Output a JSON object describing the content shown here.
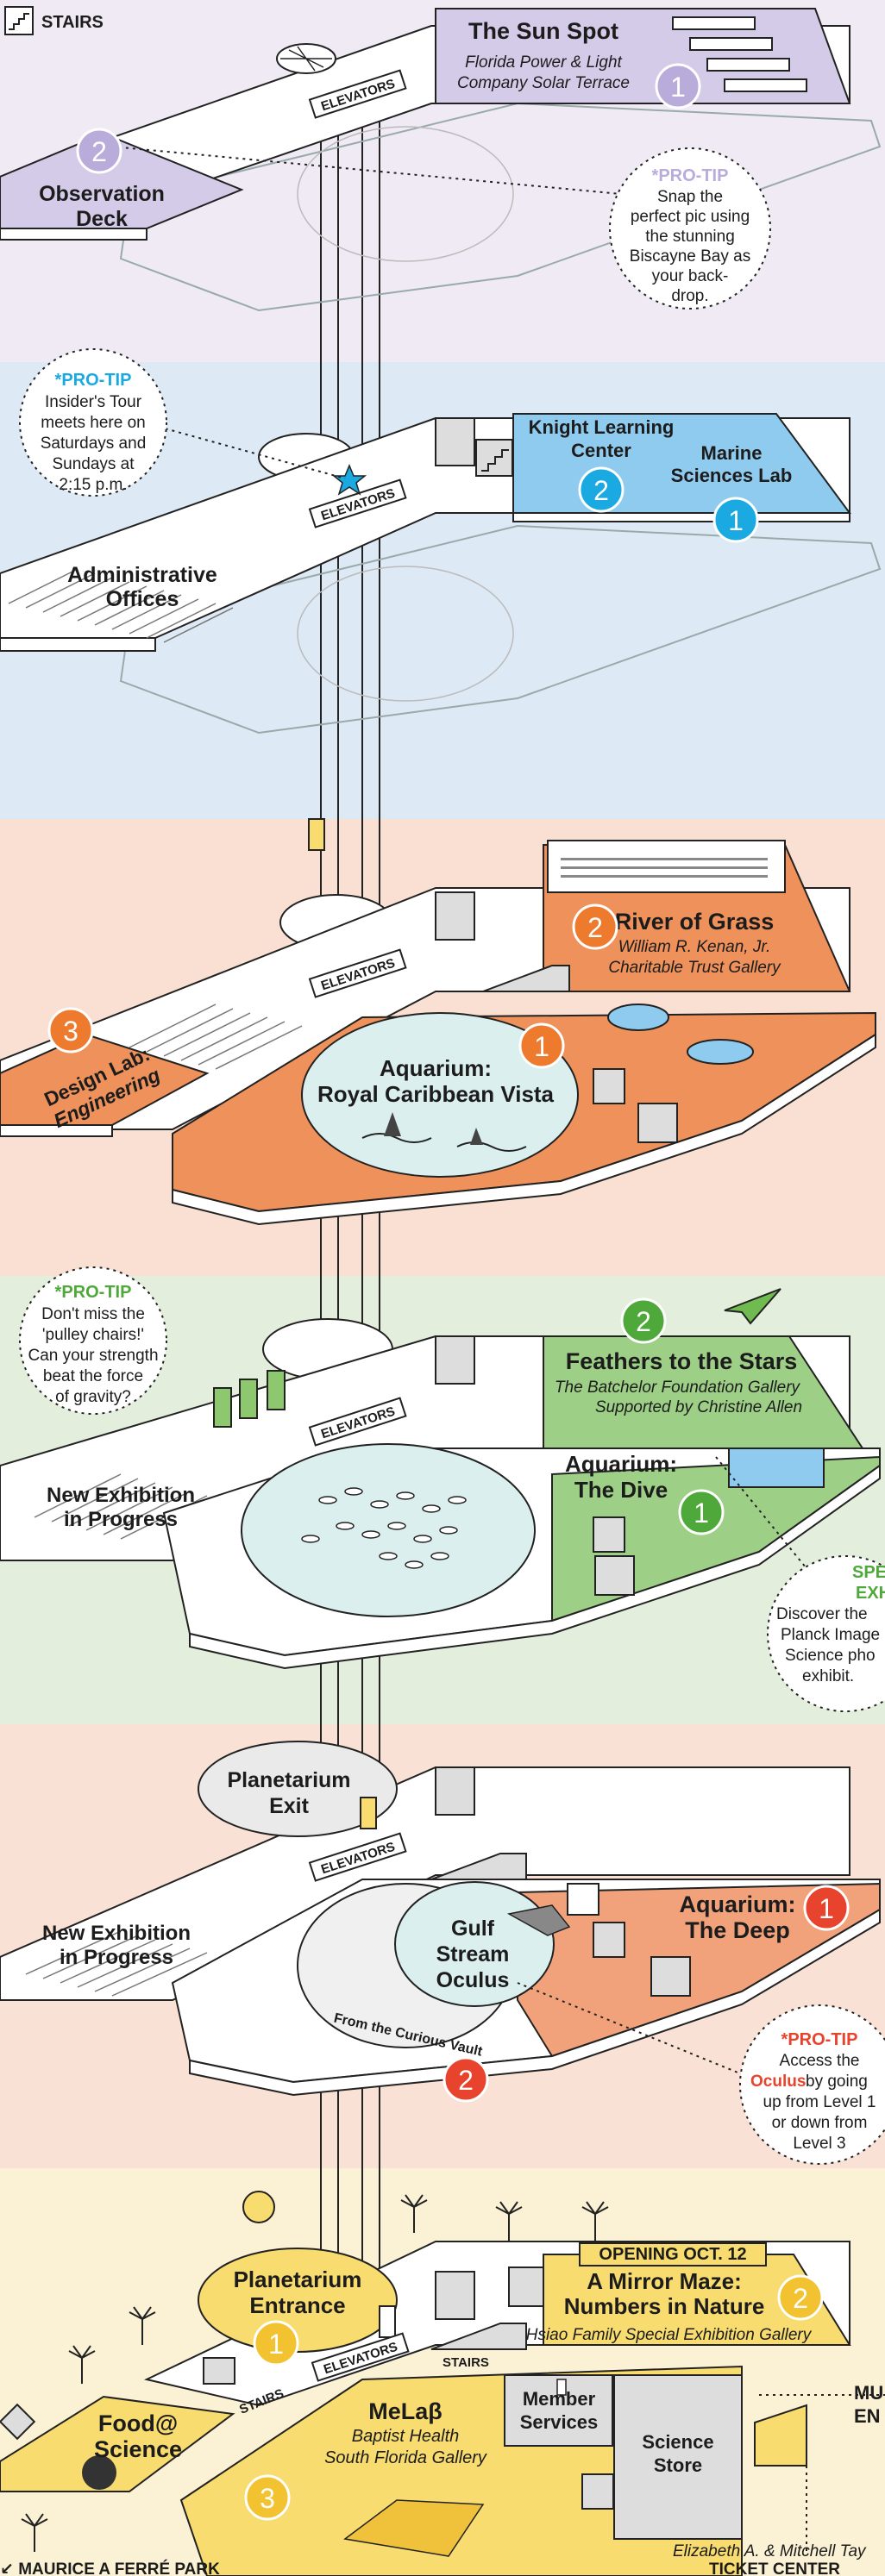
{
  "legend": {
    "stairs_label": "STAIRS"
  },
  "colors": {
    "level6_bg": "#efeaf3",
    "level5_bg": "#dde9f4",
    "level4_bg": "#f9e0d3",
    "level3_bg": "#e3efdc",
    "level2_bg": "#f9e2d5",
    "level1_bg": "#fbf1d4",
    "purple": "#d3cbe8",
    "blue": "#8fcbee",
    "orange": "#ee915a",
    "green": "#9dcf86",
    "salmon": "#f1a27b",
    "yellow": "#f8dc6f"
  },
  "level6": {
    "sun_spot": {
      "title": "The Sun Spot",
      "subtitle1": "Florida Power & Light",
      "subtitle2": "Company Solar Terrace",
      "number": "1"
    },
    "observation_deck": {
      "line1": "Observation",
      "line2": "Deck",
      "number": "2"
    },
    "elevators": "ELEVATORS",
    "protip": {
      "heading": "*PRO-TIP",
      "lines": [
        "Snap the",
        "perfect pic using",
        "the stunning",
        "Biscayne Bay as",
        "your back-",
        "drop."
      ]
    }
  },
  "level5": {
    "protip": {
      "heading": "*PRO-TIP",
      "lines": [
        "Insider's Tour",
        "meets here on",
        "Saturdays and",
        "Sundays at",
        "2:15 p.m."
      ]
    },
    "knight": {
      "line1": "Knight Learning",
      "line2": "Center",
      "number": "2"
    },
    "marine": {
      "line1": "Marine",
      "line2": "Sciences Lab",
      "number": "1"
    },
    "admin": {
      "line1": "Administrative",
      "line2": "Offices"
    },
    "elevators": "ELEVATORS"
  },
  "level4": {
    "river": {
      "title": "River of Grass",
      "subtitle1": "William R. Kenan, Jr.",
      "subtitle2": "Charitable Trust Gallery",
      "number": "2"
    },
    "design_lab": {
      "line1": "Design Lab:",
      "line2": "Engineering",
      "number": "3"
    },
    "aquarium": {
      "line1": "Aquarium:",
      "line2": "Royal Caribbean Vista",
      "number": "1"
    },
    "elevators": "ELEVATORS"
  },
  "level3": {
    "protip": {
      "heading": "*PRO-TIP",
      "lines": [
        "Don't miss the",
        "'pulley chairs!'",
        "Can your strength",
        "beat the force",
        "of gravity?"
      ]
    },
    "feathers": {
      "title": "Feathers to the Stars",
      "subtitle1": "The Batchelor Foundation Gallery",
      "subtitle2": "Supported by Christine Allen",
      "number": "2"
    },
    "aquarium": {
      "line1": "Aquarium:",
      "line2": "The Dive",
      "number": "1"
    },
    "new_exhibit": {
      "line1": "New Exhibition",
      "line2": "in Progress"
    },
    "special": {
      "heading1": "SPECIAL",
      "heading2": "EXHIBIT",
      "lines": [
        "Discover the",
        "Planck Image",
        "Science pho",
        "exhibit."
      ]
    },
    "elevators": "ELEVATORS"
  },
  "level2": {
    "planetarium_exit": {
      "line1": "Planetarium",
      "line2": "Exit"
    },
    "new_exhibit": {
      "line1": "New Exhibition",
      "line2": "in Progress"
    },
    "oculus": {
      "line1": "Gulf",
      "line2": "Stream",
      "line3": "Oculus"
    },
    "deep": {
      "line1": "Aquarium:",
      "line2": "The Deep",
      "number": "1"
    },
    "vault": {
      "label": "From the Curious Vault",
      "number": "2"
    },
    "protip": {
      "heading": "*PRO-TIP",
      "line1": "Access the",
      "highlight": "Oculus",
      "line2_rest": " by going",
      "lines": [
        "up from Level 1",
        "or down from",
        "Level 3"
      ]
    },
    "elevators": "ELEVATORS"
  },
  "level1": {
    "planetarium_entrance": {
      "line1": "Planetarium",
      "line2": "Entrance",
      "number": "1"
    },
    "opening": "OPENING OCT. 12",
    "mirror_maze": {
      "line1": "A Mirror Maze:",
      "line2": "Numbers in Nature",
      "subtitle": "Hsiao Family Special Exhibition Gallery",
      "number": "2"
    },
    "food": {
      "line1": "Food@",
      "line2": "Science"
    },
    "melab": {
      "title": "MeLaβ",
      "subtitle1": "Baptist Health",
      "subtitle2": "South Florida Gallery",
      "number": "3"
    },
    "member": {
      "line1": "Member",
      "line2": "Services"
    },
    "store": {
      "line1": "Science",
      "line2": "Store"
    },
    "elevators": "ELEVATORS",
    "stairs1": "STAIRS",
    "stairs2": "STAIRS",
    "museum_entrance": {
      "line1": "MU",
      "line2": "EN"
    },
    "ticket": {
      "line1": "Elizabeth A. & Mitchell Tay",
      "line2": "TICKET CENTER"
    },
    "park": "↙ MAURICE A FERRÉ PARK"
  }
}
